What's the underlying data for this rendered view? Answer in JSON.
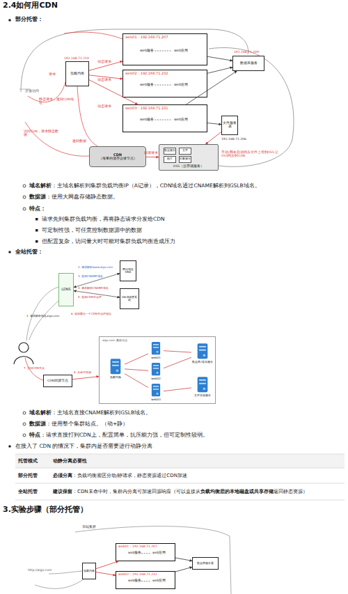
{
  "diagram": {
    "title": "2.4如何用CDN",
    "nodes": [
      {
        "text": [
          "负载均衡"
        ]
      },
      {
        "text": [
          "web01：192.168.71.207",
          "web服务",
          "web应用"
        ]
      },
      {
        "text": [
          "web02：192.168.71.232",
          "web服务",
          "web应用"
        ]
      },
      {
        "text": [
          "web03：192.168.71.231",
          "web服务",
          "web应用"
        ]
      },
      {
        "text": [
          "数据库服务"
        ]
      },
      {
        "text": [
          "文件服务器"
        ]
      },
      {
        "text": [
          "CDN",
          "（海量的缓存边缘节点）"
        ]
      },
      {
        "text": [
          "OSS（云存储服务）"
        ]
      },
      {
        "text": [
          "数据服务"
        ],
        "in": 7
      },
      {
        "text": [
          "文件"
        ],
        "in": 7
      },
      {
        "text": [
          "图片"
        ],
        "in": 7
      },
      {
        "text": [
          "对象服务"
        ],
        "in": 7
      },
      {
        "text": [
          "LDNS"
        ]
      },
      {
        "text": [
          "网站域名DNS"
        ]
      },
      {
        "text": [
          "GSLB调度系统"
        ]
      },
      {
        "text": [
          "CDN回源节点"
        ]
      },
      {
        "text": [
          "aigo.com 集群站点"
        ]
      },
      {
        "text": [
          "负载均衡"
        ],
        "in": 16
      },
      {
        "text": [
          "web01"
        ],
        "in": 16
      },
      {
        "text": [
          "web02"
        ],
        "in": 16
      },
      {
        "text": [
          "web03"
        ],
        "in": 16
      },
      {
        "text": [
          "数据库/缓存服务"
        ],
        "in": 16
      },
      {
        "text": [
          "文件存储服务"
        ],
        "in": 16
      },
      {
        "text": [
          "负载均衡"
        ]
      },
      {
        "text": [
          "web01：192.168.71.207",
          "web服务",
          "web应用"
        ]
      },
      {
        "text": [
          "web02：192.168.71.232",
          "web服务",
          "web应用"
        ]
      },
      {
        "text": [
          "数据库服务器"
        ]
      }
    ],
    "edges": [
      {
        "from": 0,
        "to": 1,
        "arrow": "to"
      },
      {
        "from": 0,
        "to": 2,
        "arrow": "to"
      },
      {
        "from": 0,
        "to": 3,
        "arrow": "to"
      },
      {
        "from": 1,
        "to": 4,
        "arrow": "to"
      },
      {
        "from": 2,
        "to": 4,
        "arrow": "to"
      },
      {
        "from": 3,
        "to": 4,
        "arrow": "to"
      },
      {
        "from": 3,
        "to": 5,
        "arrow": "to"
      },
      {
        "from": 5,
        "to": 7,
        "arrow": "to"
      },
      {
        "from": 6,
        "to": 7,
        "label": "回源请求",
        "arrow": "to"
      },
      {
        "from": 12,
        "to": 13,
        "arrow": "both"
      },
      {
        "from": 12,
        "to": 14,
        "arrow": "both"
      },
      {
        "from": 15,
        "to": 16,
        "arrow": "to"
      },
      {
        "from": 17,
        "to": 18,
        "arrow": "none"
      },
      {
        "from": 17,
        "to": 19,
        "arrow": "none"
      },
      {
        "from": 17,
        "to": 20,
        "arrow": "none"
      },
      {
        "from": 18,
        "to": 21,
        "arrow": "none"
      },
      {
        "from": 19,
        "to": 21,
        "arrow": "none"
      },
      {
        "from": 20,
        "to": 22,
        "arrow": "none"
      },
      {
        "from": 23,
        "to": 24,
        "arrow": "to"
      },
      {
        "from": 23,
        "to": 25,
        "arrow": "to"
      },
      {
        "from": 24,
        "to": 26,
        "arrow": "to"
      },
      {
        "from": 25,
        "to": 26,
        "arrow": "to"
      }
    ],
    "labels": [
      "部分托管：",
      "开放访问",
      "请求",
      "静态请求，返回CDN地址",
      "访问CDN，请求静态数据",
      "返回数据",
      "动态请求",
      "动态请求",
      "动态请求",
      "192.168.71.210",
      "192.168.71.209",
      "192.168.71.206",
      "手动/脚本自动同步文件上传到OSS 让OSS同步到CDN",
      "域名解析",
      "：主域名解析到集群负载均衡IP（A记录），CDN域名通过CNAME解析到GSLB域名。",
      "数据源",
      "：使用大网盘存储静态数据。",
      "特点：",
      "请求先到集群负载均衡，再将静态请求分发给CDN",
      "可定制性强，可任意控制数据源中的数据",
      "但配置复杂，访问量大时可能对集群负载均衡造成压力",
      "全站托管：",
      "1. 请求解析域名aigo.com",
      "2. 请求解析www.aigo.com",
      "3. 返回CNAME域名",
      "4. 请求解析CNAME域名",
      "5. 返回CDN节点IP",
      "6. 返回最近一个CDN节点IP地址",
      "7. 访问CDN节点",
      "8. 未命中回源",
      "域名解析",
      "：主域名直接CNAME解析到GSLB域名。",
      "数据源",
      "：使用整个集群站点。（动+静）",
      "特点",
      "：请求直接打到CDN上，配置简单，抗压能力强，但可定制性较弱。",
      "在接入了 CDN 的情况下，集群内是否需要进行动静分离",
      "托管模式",
      "动静分离必要性",
      "部分托管",
      "必须分离",
      "：负载均衡需区分动/静请求，静态资源通过CDN加速",
      "全站托管",
      "建议保留",
      "：CDN未命中时，集群内分离可加速回源响应（可以直接从",
      "负载均衡层的本地磁盘或共享存储",
      "返回静态资源）",
      "3.实验步骤（部分托管）",
      "后端集群",
      "http://aigo.com"
    ]
  }
}
